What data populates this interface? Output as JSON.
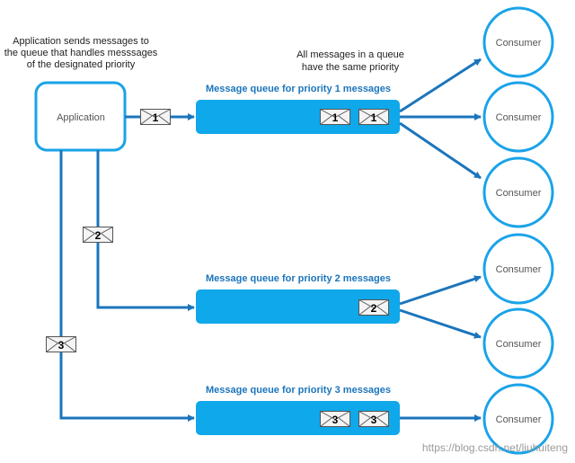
{
  "captions": {
    "app_line1": "Application sends messages to",
    "app_line2": "the queue that handles messsages",
    "app_line3": "of the designated priority",
    "queue_line1": "All messages in a queue",
    "queue_line2": "have the same priority"
  },
  "application": {
    "label": "Application"
  },
  "queues": [
    {
      "title": "Message queue for priority 1 messages",
      "messages": [
        "1",
        "1"
      ],
      "incoming": "1"
    },
    {
      "title": "Message queue for priority 2 messages",
      "messages": [
        "2"
      ],
      "incoming": "2"
    },
    {
      "title": "Message queue for priority 3 messages",
      "messages": [
        "3",
        "3"
      ],
      "incoming": "3"
    }
  ],
  "consumers": [
    "Consumer",
    "Consumer",
    "Consumer",
    "Consumer",
    "Consumer",
    "Consumer"
  ],
  "watermark": "https://blog.csdn.net/liuhuiteng",
  "colors": {
    "accent": "#1b75bc",
    "queue_fill": "#0fa8ea",
    "consumer_stroke": "#1aa3e8"
  }
}
